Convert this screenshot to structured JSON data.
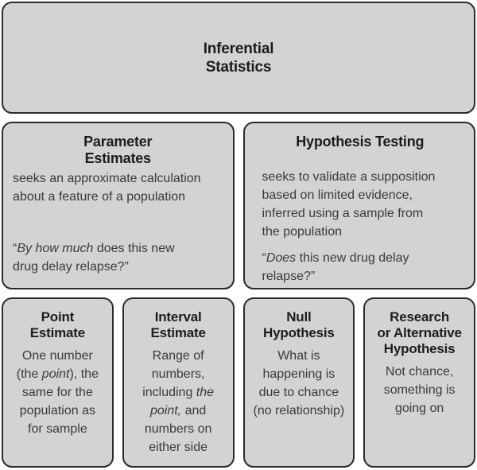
{
  "colors": {
    "background": "#ffffff",
    "box_fill": "#d2d3d4",
    "box_border": "#2b2b2b",
    "title_text": "#1d1d1f",
    "body_text": "#3a3a3c"
  },
  "root": {
    "title": "Inferential\nStatistics"
  },
  "branches": [
    {
      "title": "Parameter\nEstimates",
      "body": "seeks an approximate calculation\nabout a feature of a population",
      "quote": {
        "open": "“",
        "italic": "By how much",
        "rest": " does this new\ndrug delay relapse?”"
      }
    },
    {
      "title": "Hypothesis Testing",
      "body": "seeks to validate a supposition\nbased on limited evidence,\ninferred using a sample from\nthe population",
      "quote": {
        "open": "“",
        "italic": "Does",
        "rest": " this new drug delay\nrelapse?”"
      }
    }
  ],
  "leaves": [
    {
      "title": "Point\nEstimate",
      "body_pre": "One number\n(the ",
      "body_italic": "point",
      "body_post": "), the\nsame for the\npopulation as\nfor sample"
    },
    {
      "title": "Interval\nEstimate",
      "body_pre": "Range of\nnumbers,\nincluding ",
      "body_italic": "the\npoint,",
      "body_post": " and\nnumbers on\neither side"
    },
    {
      "title": "Null\nHypothesis",
      "body_pre": "What is\nhappening is\ndue to chance\n(no relationship)",
      "body_italic": "",
      "body_post": ""
    },
    {
      "title": "Research\nor Alternative\nHypothesis",
      "body_pre": "Not chance,\nsomething is\ngoing on",
      "body_italic": "",
      "body_post": ""
    }
  ]
}
